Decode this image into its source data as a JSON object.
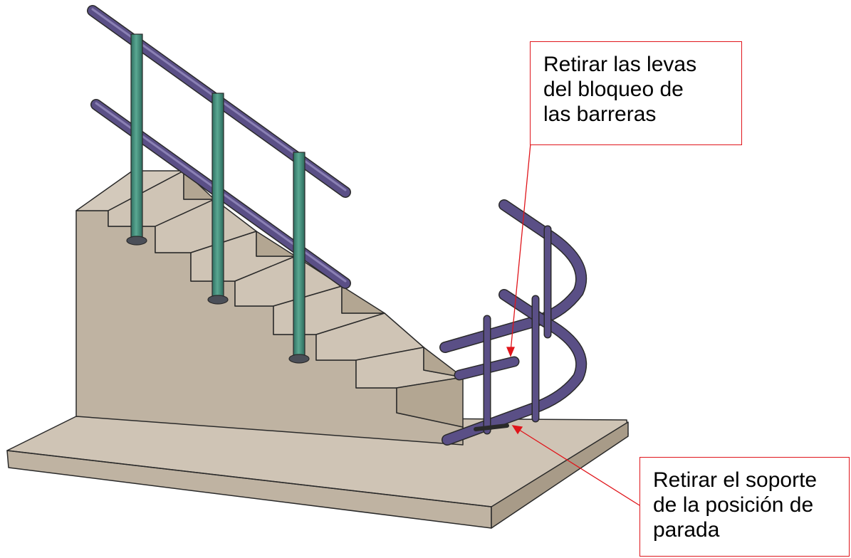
{
  "callouts": [
    {
      "text": "Retirar las levas\ndel bloqueo de\nlas barreras"
    },
    {
      "text": "Retirar el soporte\nde la posición de\nparada"
    }
  ],
  "colors": {
    "leader": "#e0151b",
    "callout_border": "#e0151b",
    "concrete_top": "#cfc4b5",
    "concrete_front": "#bfb3a2",
    "concrete_side": "#a89b88",
    "post": "#3f8a78",
    "rail": "#5a4f86",
    "outline": "#2a2a2a"
  },
  "icons": [
    "staircase-illustration",
    "handrail-illustration",
    "stairlift-rail-illustration"
  ]
}
